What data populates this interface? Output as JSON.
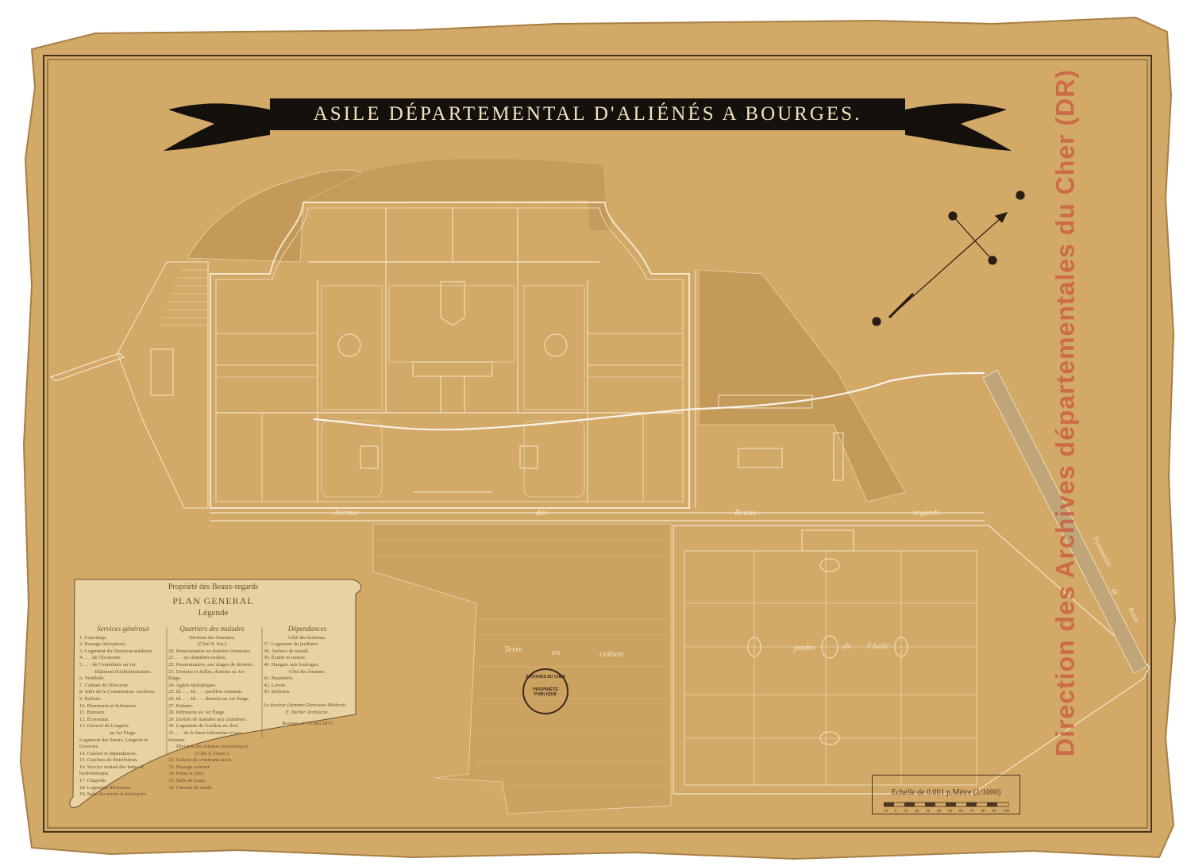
{
  "map": {
    "title": "ASILE DÉPARTEMENTAL D'ALIÉNÉS A BOURGES.",
    "watermark": "Direction des Archives départementales du Cher (DR)",
    "colors": {
      "paper": "#d3a968",
      "ink": "#14100c",
      "plan_line": "#f3e6c9",
      "watermark": "#c8553a"
    },
    "labels": {
      "avenue": "Avenue",
      "des": "des",
      "beaux": "Beaux",
      "regards": "regards",
      "terre": "Terre",
      "en": "en",
      "culture": "culture",
      "jardin": "jardin",
      "de": "de",
      "asile": "l'Asile",
      "route": "Route",
      "route_de": "de",
      "route_name": "Fontmartin"
    },
    "legend": {
      "heading": "Propriété des Beaux-regards",
      "title": "PLAN GENERAL",
      "subtitle": "Légende",
      "columns": [
        {
          "header": "Services généraux",
          "lines": [
            "1. Concierge.",
            "2. Passage (réception).",
            "3. Logement du Directeur-médecin.",
            "4. . . . de l'Économe.",
            "5. . . . de l'Aumônier au 1er.",
            "Bâtiment d'Administration.",
            "6. Vestibule.",
            "7. Cabinet du Directeur.",
            "8. Salle de la Commission. Archives.",
            "9. Parloirs.",
            "10. Pharmacie et Infirmerie.",
            "11. Bureaux.",
            "12. Économat.",
            "13. Ouvroir de Lingerie.",
            "au 1er Étage.",
            "Logement des Sœurs, Lingerie et Ouvroirs.",
            "14. Cuisine et dépendances.",
            "15. Guichets de distribution.",
            "16. Service central des bains et hydrothérapie.",
            "17. Chapelle.",
            "18. Logement d'hommes.",
            "19. Salle des morts et d'autopsie."
          ]
        },
        {
          "header": "Quartiers des malades",
          "lines": [
            "Division des hommes.",
            "(Côté N. Est.)",
            "20. Pensionnaires en dortoirs communs.",
            "21. . . . en chambres isolées.",
            "22. Pensionnaires, aux étages de dortoirs.",
            "23. Dortoirs et Salles, dortoirs au 1er Étage.",
            "24. Agités épileptiques.",
            "25. Id. . . . Id. . . . pavillon commun.",
            "26. Id. . . . Id. . . . dortoirs au 1er Étage.",
            "27. Enfants.",
            "28. Infirmerie au 1er Étage.",
            "29. Dortoir de malades aux chambres.",
            "30. Logement du Gardien en chef.",
            "31. . . . de la Sœur infirmière et aux femmes.",
            "Division des femmes (symétrique)",
            "(Côté S. Ouest.)",
            "32. Galerie de communication.",
            "33. Passage couvert.",
            "34. Préau et Abri.",
            "35. Salle de bains.",
            "36. Chemin de ronde."
          ]
        },
        {
          "header": "Dépendances",
          "lines": [
            "Côté des hommes.",
            "37. Logement du jardinier.",
            "38. Ateliers de travail.",
            "39. Écurie et remise.",
            "40. Hangars aux fourrages.",
            "Côté des femmes.",
            "41. Buanderie.",
            "42. Lavoir.",
            "43. Séchoirs."
          ]
        }
      ],
      "signature_1": "Le docteur Lhomme Directeur-Médecin",
      "signature_2": "E. Tarlier Architecte.",
      "date": "Bourges, le 16 mai 1875"
    },
    "stamp": {
      "top": "ARCHIVES DU CHER",
      "middle": "PROPRIÉTÉ PUBLIQUE"
    },
    "scale": {
      "caption": "Echelle de 0.001 p.Mètre (1/1000)",
      "ticks": [
        "10",
        "0",
        "10",
        "20",
        "30",
        "40",
        "50",
        "60",
        "70",
        "80",
        "90",
        "100"
      ]
    }
  }
}
